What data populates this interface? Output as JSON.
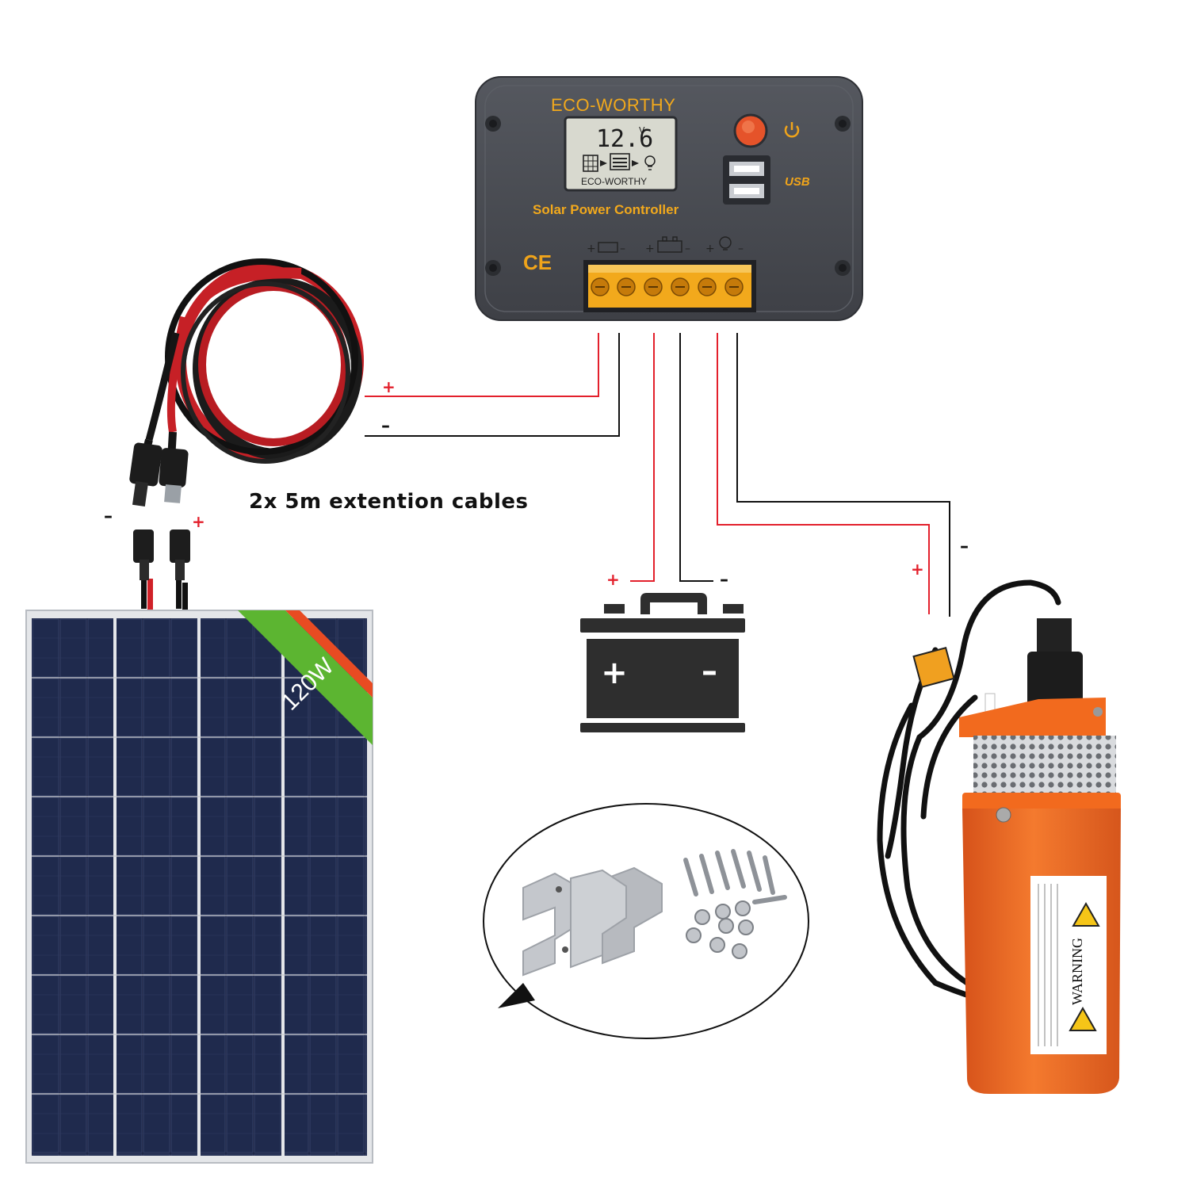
{
  "controller": {
    "brand": "ECO-WORTHY",
    "lcd_voltage": "12.6",
    "lcd_unit": "V",
    "lcd_brand": "ECO-WORTHY",
    "product_name": "Solar Power Controller",
    "usb_label": "USB",
    "ce_mark": "CE"
  },
  "cables": {
    "caption": "2x 5m extention cables",
    "plus": "+",
    "minus": "–"
  },
  "panel": {
    "badge": "120W",
    "plus": "+",
    "minus": "–"
  },
  "battery": {
    "plus_terminal": "+",
    "minus_terminal": "–",
    "plus": "+",
    "minus": "–"
  },
  "pump": {
    "plus": "+",
    "minus": "–",
    "warning": "WARNING"
  },
  "colors": {
    "positive_wire": "#e3202c",
    "negative_wire": "#111111",
    "controller_body": "#4a4d54",
    "terminal_block": "#f2a91c",
    "pump_body": "#f26a1e",
    "panel_badge": "#5cb531"
  }
}
